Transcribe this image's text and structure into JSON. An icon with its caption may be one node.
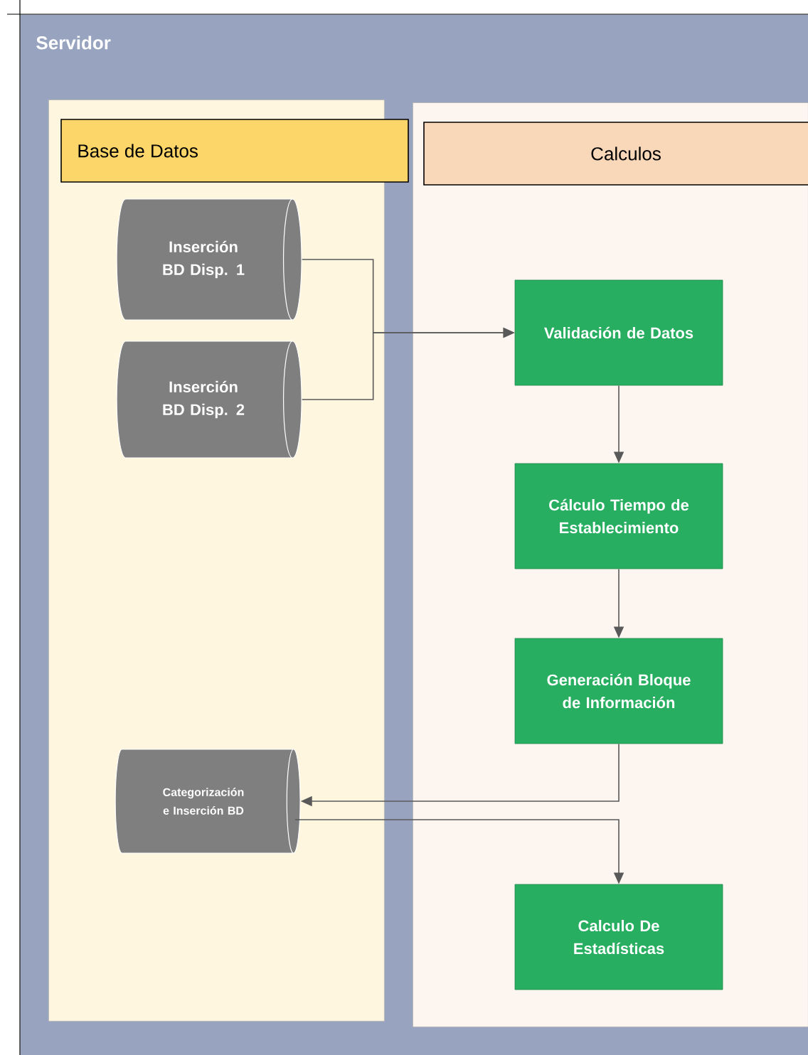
{
  "diagram": {
    "nodes": [
      {
        "text": [
          "Servidor"
        ]
      },
      {
        "text": [
          "Base de Datos"
        ],
        "in": 0
      },
      {
        "text": [
          "Calculos"
        ],
        "in": 0
      },
      {
        "text": [
          "Inserción BD Disp. 1"
        ],
        "in": 1
      },
      {
        "text": [
          "Inserción BD Disp. 2"
        ],
        "in": 1
      },
      {
        "text": [
          "Categorización e Inserción BD"
        ],
        "in": 1
      },
      {
        "text": [
          "Validación de Datos"
        ],
        "in": 2
      },
      {
        "text": [
          "Cálculo Tiempo de Establecimiento"
        ],
        "in": 2
      },
      {
        "text": [
          "Generación Bloque de Información"
        ],
        "in": 2
      },
      {
        "text": [
          "Calculo De Estadísticas"
        ],
        "in": 2
      }
    ],
    "edges": [
      {
        "from": 3,
        "to": 6,
        "arrow": "to"
      },
      {
        "from": 4,
        "to": 6,
        "arrow": "to"
      },
      {
        "from": 6,
        "to": 7,
        "arrow": "to"
      },
      {
        "from": 7,
        "to": 8,
        "arrow": "to"
      },
      {
        "from": 8,
        "to": 5,
        "arrow": "to"
      },
      {
        "from": 5,
        "to": 9,
        "arrow": "to"
      }
    ]
  }
}
